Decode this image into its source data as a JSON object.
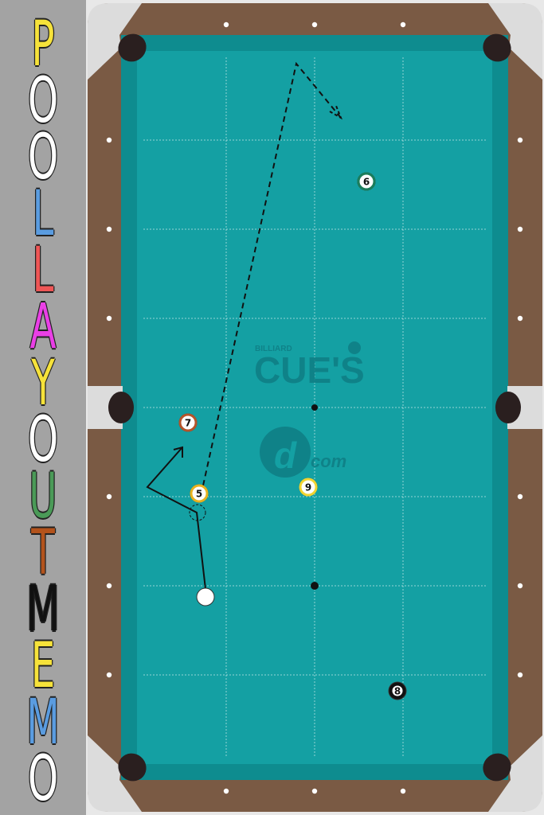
{
  "title_letters": [
    {
      "ch": "P",
      "color": "#f6e23a"
    },
    {
      "ch": "O",
      "color": "#ffffff"
    },
    {
      "ch": "O",
      "color": "#ffffff"
    },
    {
      "ch": "L",
      "color": "#5a9ce0"
    },
    {
      "ch": "L",
      "color": "#ef5656"
    },
    {
      "ch": "A",
      "color": "#ea3fe6"
    },
    {
      "ch": "Y",
      "color": "#f6e23a"
    },
    {
      "ch": "O",
      "color": "#ffffff"
    },
    {
      "ch": "U",
      "color": "#4a9a57"
    },
    {
      "ch": "T",
      "color": "#b3531c"
    },
    {
      "ch": "M",
      "color": "#111111"
    },
    {
      "ch": "E",
      "color": "#f6e23a"
    },
    {
      "ch": "M",
      "color": "#5a9ce0"
    },
    {
      "ch": "O",
      "color": "#ffffff"
    }
  ],
  "logo": {
    "billiard": "BILLIARD",
    "cues": "CUE'S",
    "com": "com"
  },
  "balls": [
    {
      "id": "cue",
      "label": "",
      "type": "cue"
    },
    {
      "id": "5",
      "label": "5",
      "type": "stripe",
      "color": "#e8b21f"
    },
    {
      "id": "6",
      "label": "6",
      "type": "stripe",
      "color": "#1b7d5a"
    },
    {
      "id": "7",
      "label": "7",
      "type": "stripe",
      "color": "#b5542a"
    },
    {
      "id": "8",
      "label": "8",
      "type": "solid",
      "color": "#111111"
    },
    {
      "id": "9",
      "label": "9",
      "type": "stripe",
      "color": "#f2d531"
    }
  ],
  "colors": {
    "cloth": "#14a0a3",
    "cloth_dark": "#0e8c8f",
    "rail_wood": "#7a5a44",
    "pocket_frame": "#e0e0e0",
    "pocket": "#2a1f1f",
    "sidebar_bg": "#a3a3a3"
  }
}
